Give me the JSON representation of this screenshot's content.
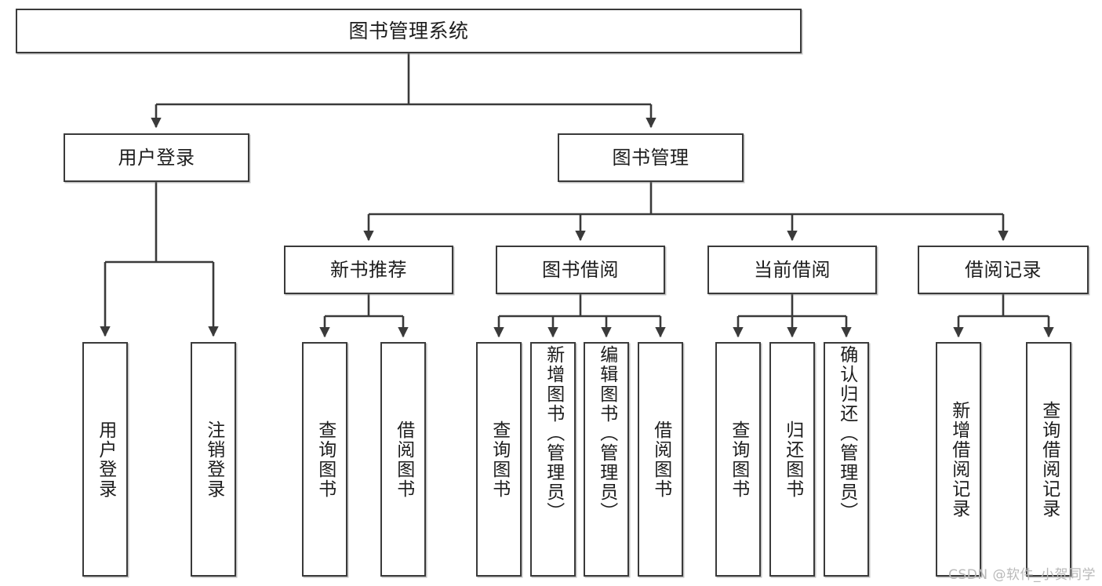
{
  "diagram": {
    "title": "图书管理系统",
    "type": "tree",
    "stroke_color": "#3a3a3a",
    "text_color": "#1d1d1d",
    "background": "#ffffff",
    "watermark": "CSDN @软件_小贺同学",
    "nodes": {
      "root": {
        "label": "图书管理系统"
      },
      "level1": [
        {
          "label": "用户登录"
        },
        {
          "label": "图书管理"
        }
      ],
      "level2": [
        {
          "label": "新书推荐"
        },
        {
          "label": "图书借阅"
        },
        {
          "label": "当前借阅"
        },
        {
          "label": "借阅记录"
        }
      ],
      "leaves": {
        "user_login": [
          {
            "label": "用户登录"
          },
          {
            "label": "注销登录"
          }
        ],
        "new_book_recommend": [
          {
            "label": "查询图书"
          },
          {
            "label": "借阅图书"
          }
        ],
        "book_borrow": [
          {
            "label": "查询图书"
          },
          {
            "label": "新增图书（管理员）"
          },
          {
            "label": "编辑图书（管理员）"
          },
          {
            "label": "借阅图书"
          }
        ],
        "current_borrow": [
          {
            "label": "查询图书"
          },
          {
            "label": "归还图书"
          },
          {
            "label": "确认归还（管理员）"
          }
        ],
        "borrow_record": [
          {
            "label": "新增借阅记录"
          },
          {
            "label": "查询借阅记录"
          }
        ]
      }
    }
  }
}
